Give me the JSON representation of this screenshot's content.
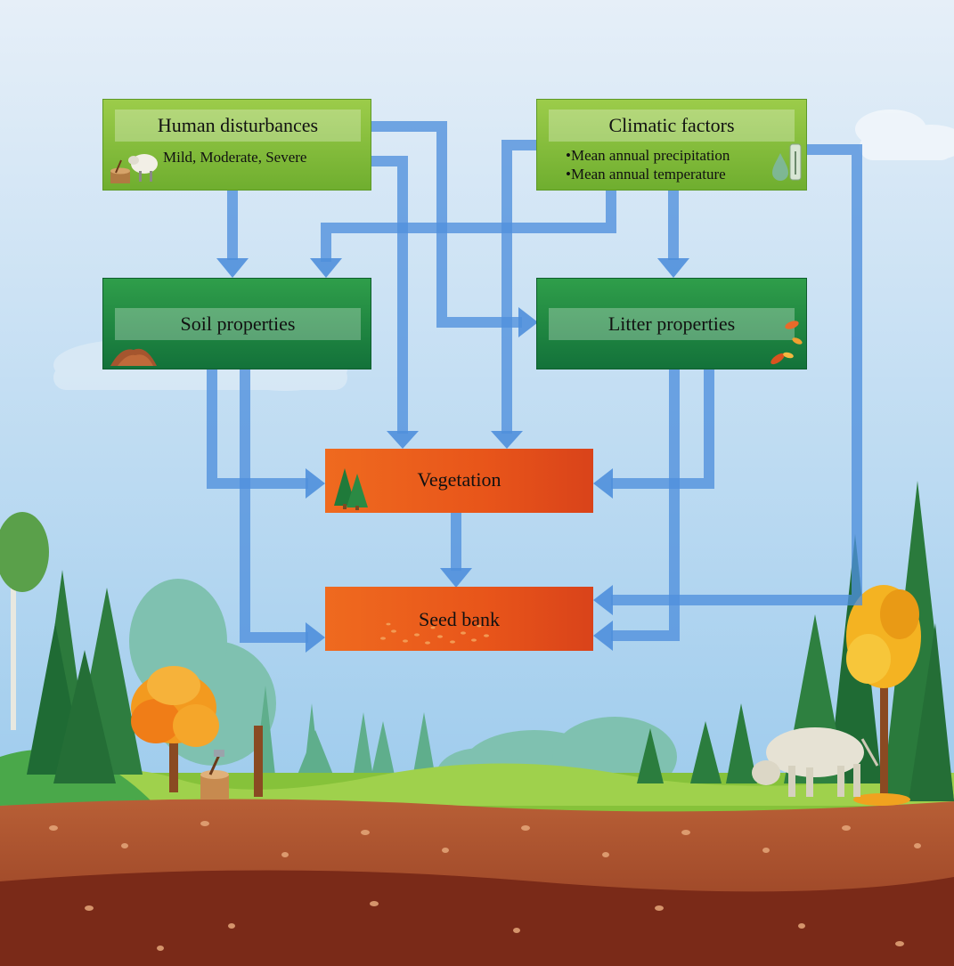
{
  "boxes": {
    "human": {
      "title": "Human disturbances",
      "subtitle": "Mild, Moderate, Severe"
    },
    "climate": {
      "title": "Climatic factors",
      "bullets": [
        "Mean annual precipitation",
        "Mean annual temperature"
      ]
    },
    "soil": {
      "title": "Soil properties"
    },
    "litter": {
      "title": "Litter properties"
    },
    "vegetation": {
      "title": "Vegetation"
    },
    "seedbank": {
      "title": "Seed bank"
    }
  },
  "colors": {
    "arrow": "#4f8fdc",
    "light_box": "#8bc34a",
    "dark_box": "#1b7f3e",
    "orange_box": "#e8561c",
    "sky_top": "#e3eef8",
    "sky_bottom": "#9ccbed",
    "soil_top": "#b45a33",
    "soil_bottom": "#6b2415"
  },
  "icons": [
    "sheep-icon",
    "stump-axe-icon",
    "water-drop-icon",
    "thermometer-icon",
    "soil-pile-icon",
    "leaves-icon",
    "pine-trees-icon",
    "seeds-icon",
    "cow-icon",
    "tree-stump-icon"
  ]
}
